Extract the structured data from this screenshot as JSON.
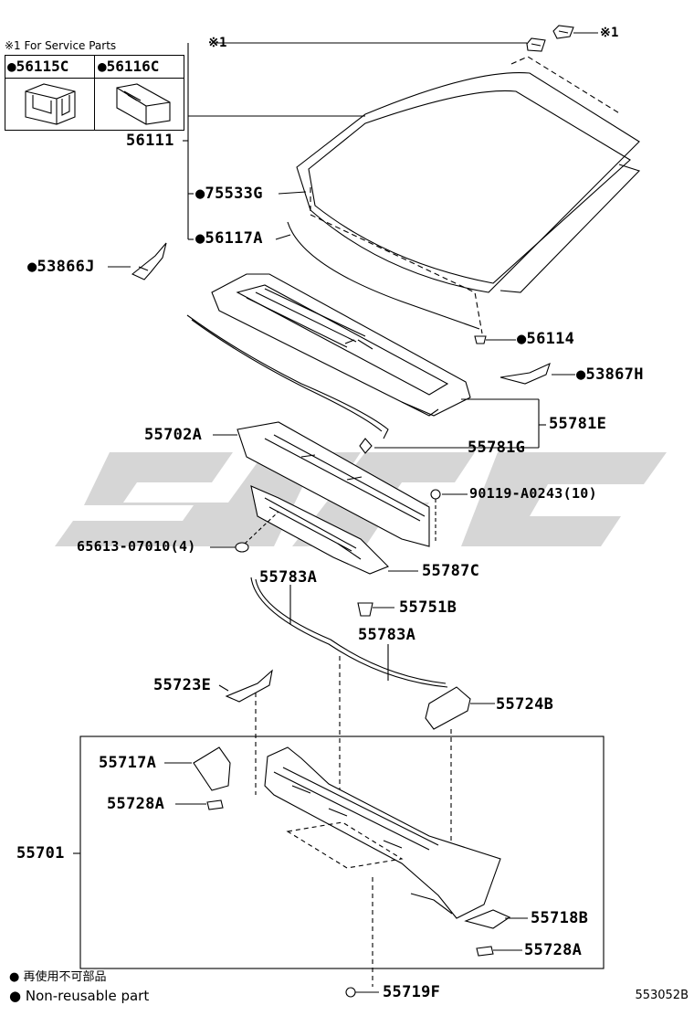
{
  "service_box": {
    "title": "※1 For Service Parts",
    "cells": [
      "●56115C",
      "●56116C"
    ]
  },
  "ref_mark": "※1",
  "parts": {
    "p56111": "56111",
    "p75533G": "●75533G",
    "p56117A": "●56117A",
    "p53866J": "●53866J",
    "p56114": "●56114",
    "p53867H": "●53867H",
    "p55781E": "55781E",
    "p55702A": "55702A",
    "p55781G": "55781G",
    "p90119": "90119-A0243(10)",
    "p65613": "65613-07010(4)",
    "p55787C": "55787C",
    "p55783A_1": "55783A",
    "p55751B": "55751B",
    "p55783A_2": "55783A",
    "p55723E": "55723E",
    "p55724B": "55724B",
    "p55717A": "55717A",
    "p55728A_1": "55728A",
    "p55701": "55701",
    "p55718B": "55718B",
    "p55728A_2": "55728A",
    "p55719F": "55719F"
  },
  "legend": {
    "line1": "● 再使用不可部品",
    "line2": "● Non-reusable part"
  },
  "diagram_id": "553052B",
  "colors": {
    "line": "#000000",
    "watermark": "#d3d3d3"
  }
}
